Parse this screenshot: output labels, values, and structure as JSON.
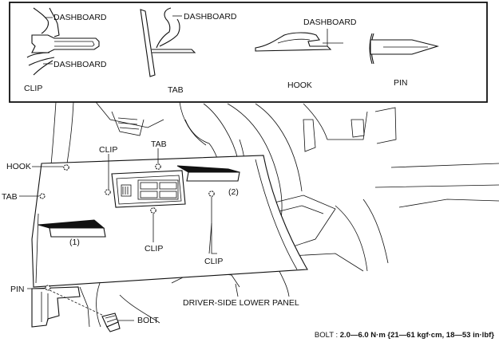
{
  "inset": {
    "clip": {
      "label": "CLIP",
      "top_callout": "DASHBOARD",
      "bottom_callout": "DASHBOARD"
    },
    "tab": {
      "label": "TAB",
      "callout": "DASHBOARD"
    },
    "hook": {
      "label": "HOOK",
      "callout": "DASHBOARD"
    },
    "pin": {
      "label": "PIN"
    }
  },
  "main": {
    "labels": {
      "hook": "HOOK",
      "tab_left": "TAB",
      "clip_top": "CLIP",
      "tab_top": "TAB",
      "step2": "(2)",
      "step1": "(1)",
      "clip_mid": "CLIP",
      "clip_right": "CLIP",
      "pin": "PIN",
      "panel": "DRIVER-SIDE LOWER PANEL",
      "bolt": "BOLT"
    },
    "spec": {
      "prefix": "BOLT : ",
      "value": "2.0—6.0 N·m {21—61 kgf·cm, 18—53 in·lbf}"
    }
  }
}
